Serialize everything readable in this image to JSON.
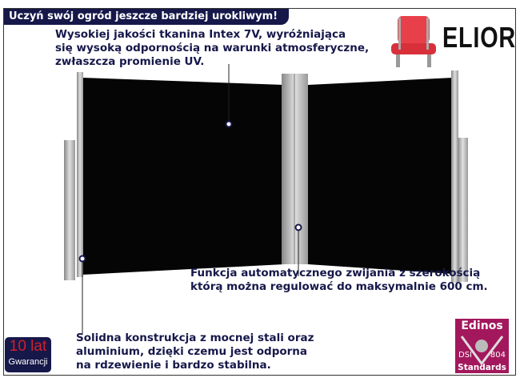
{
  "header": {
    "title": "Uczyń swój ogród jeszcze bardziej urokliwym!"
  },
  "features": {
    "fabric": "Wysokiej jakości tkanina Intex 7V, wyróżniająca\nsię wysoką odpornością na warunki atmosferyczne,\nzwłaszcza promienie UV.",
    "retract": "Funkcja automatycznego zwijania z szerokością\nktórą można regulować do maksymalnie 600 cm.",
    "construction": "Solidna konstrukcja z mocnej stali oraz\naluminium, dzięki czemu jest odporna\nna rdzewienie i bardzo stabilna."
  },
  "brand": {
    "name": "ELIOR"
  },
  "warranty": {
    "years": "10 lat",
    "label": "Gwarancji"
  },
  "certificate": {
    "name": "Edinos",
    "left": "DSI",
    "right": "804",
    "bottom": "Standards"
  },
  "colors": {
    "accent": "#16184a",
    "certificate": "#a3185c"
  }
}
